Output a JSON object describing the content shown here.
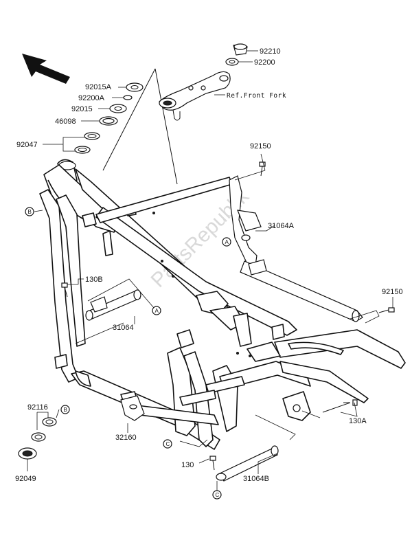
{
  "reference_note": "Ref.Front Fork",
  "watermark": "PartsRepublik",
  "part_labels": {
    "p92210": "92210",
    "p92200": "92200",
    "p92015A": "92015A",
    "p92200A": "92200A",
    "p92015": "92015",
    "p46098": "46098",
    "p92047": "92047",
    "p92150_top": "92150",
    "p31064A": "31064A",
    "p130B": "130B",
    "p31064": "31064",
    "p92150_right": "92150",
    "p92116": "92116",
    "p32160": "32160",
    "p130A": "130A",
    "p130": "130",
    "p31064B": "31064B",
    "p92049": "92049"
  },
  "callouts": {
    "A": "A",
    "B": "B",
    "C": "C"
  }
}
